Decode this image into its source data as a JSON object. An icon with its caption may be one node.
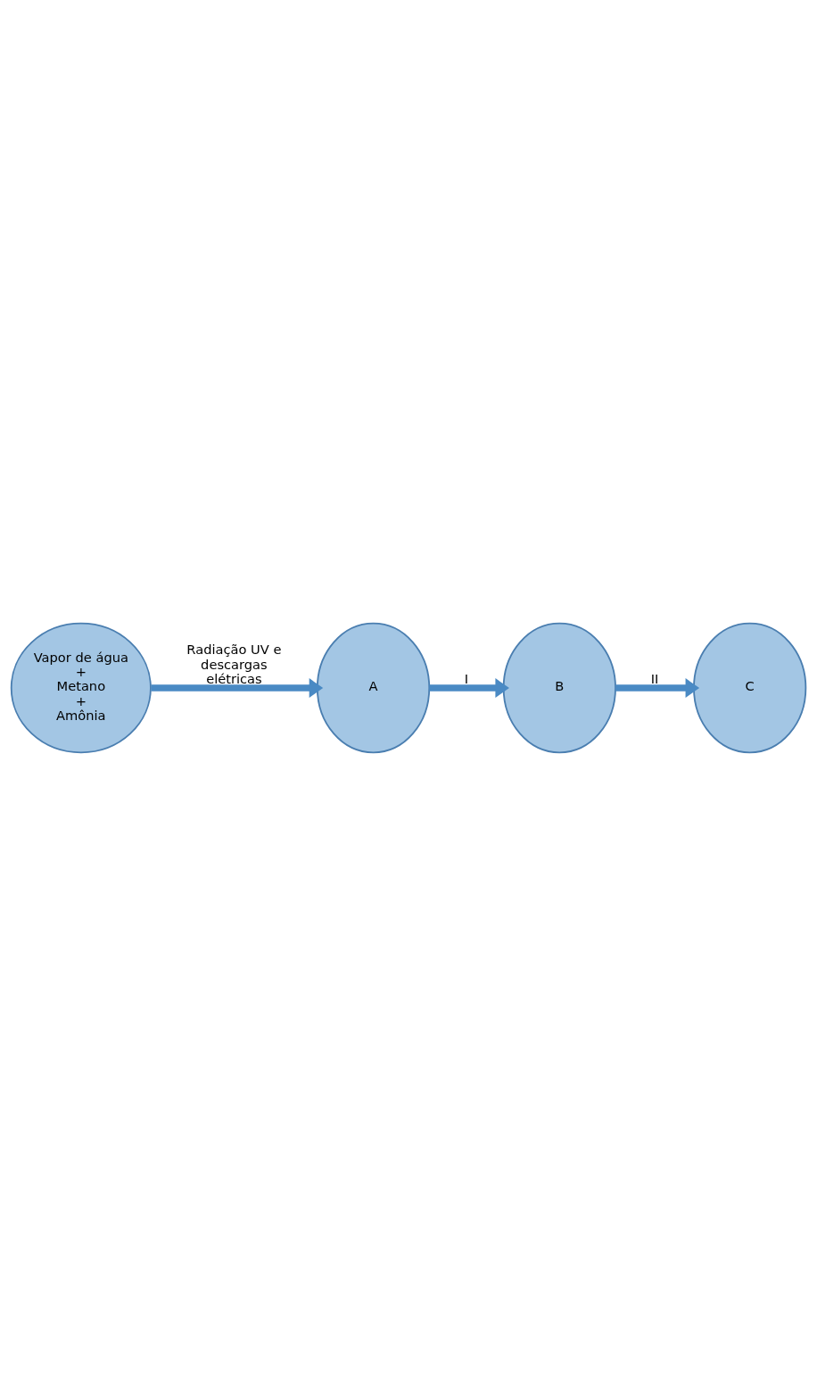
{
  "diagram": {
    "nodes": [
      {
        "text": [
          "Vapor de água",
          "+",
          "Metano",
          "+",
          "Amônia"
        ]
      },
      {
        "text": [
          "A"
        ]
      },
      {
        "text": [
          "B"
        ]
      },
      {
        "text": [
          "C"
        ]
      }
    ],
    "edges": [
      {
        "from": 0,
        "to": 1,
        "arrow": "to",
        "label": "Radiação UV e descargas elétricas"
      },
      {
        "from": 1,
        "to": 2,
        "arrow": "to",
        "label": "I"
      },
      {
        "from": 2,
        "to": 3,
        "arrow": "to",
        "label": "II"
      }
    ]
  }
}
